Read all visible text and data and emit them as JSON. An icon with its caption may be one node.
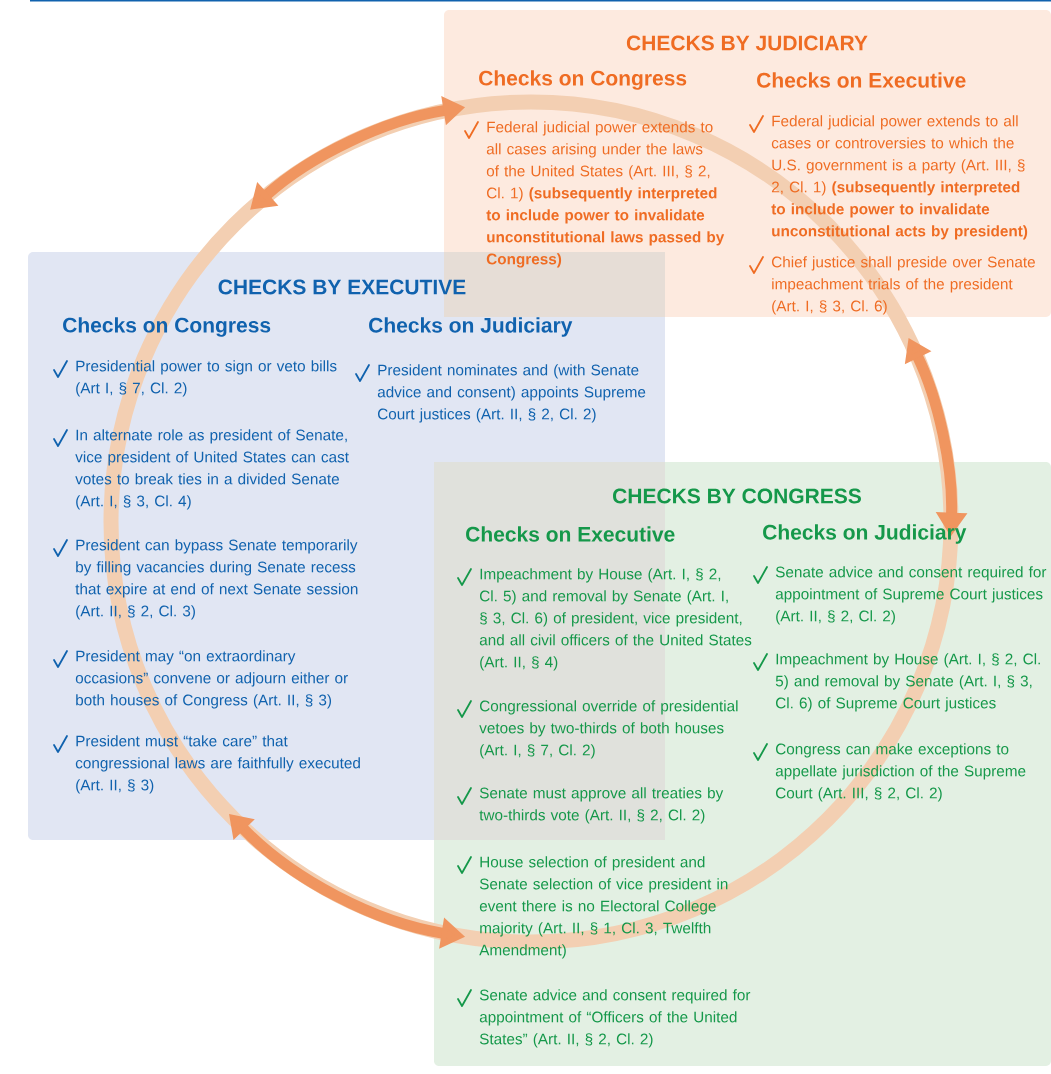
{
  "diagram": {
    "nodes": [
      {
        "text": [
          "CHECKS BY JUDICIARY",
          "Checks on Congress",
          "Federal judicial power extends to all cases arising under the laws of the United States (Art. III, § 2, Cl. 1) **(subsequently interpreted to include power to invalidate unconstitutional laws passed by Congress)**",
          "Checks on Executive",
          "Federal judicial power extends to all cases or controversies to which the U.S. government is a party (Art. III, § 2, Cl. 1) **(subsequently interpreted to include power to invalidate unconstitutional acts by president)**",
          "Chief justice shall preside over Senate impeachment trials of the president (Art. I, § 3, Cl. 6)"
        ]
      },
      {
        "text": [
          "CHECKS BY EXECUTIVE",
          "Checks on Congress",
          "Presidential power to sign or veto bills (Art I, § 7, Cl. 2)",
          "In alternate role as president of Senate, vice president of United States can cast votes to break ties in a divided Senate (Art. I, § 3, Cl. 4)",
          "President can bypass Senate temporarily by filling vacancies during Senate recess that expire at end of next Senate session (Art. II, § 2, Cl. 3)",
          "President may “on extraordinary occasions” convene or adjourn either or both houses of Congress (Art. II, § 3)",
          "President must “take care” that congressional laws are faithfully executed (Art. II, § 3)",
          "Checks on Judiciary",
          "President nominates and (with Senate advice and consent) appoints Supreme Court justices (Art. II, § 2, Cl. 2)"
        ]
      },
      {
        "text": [
          "CHECKS BY CONGRESS",
          "Checks on Executive",
          "Impeachment by House (Art. I, § 2, Cl. 5) and removal by Senate (Art. I, § 3, Cl. 6) of president, vice president, and all civil officers of the United States (Art. II, § 4)",
          "Congressional override of presidential vetoes by two-thirds of both houses (Art. I, § 7, Cl. 2)",
          "Senate must approve all treaties by two-thirds vote (Art. II, § 2, Cl. 2)",
          "House selection of president and Senate selection of vice president in event there is no Electoral College majority (Art. II, § 1, Cl. 3, Twelfth Amendment)",
          "Senate advice and consent required for appointment of “Officers of the United States” (Art. II, § 2, Cl. 2)",
          "Checks on Judiciary",
          "Senate advice and consent required for appointment of Supreme Court justices (Art. II, § 2, Cl. 2)",
          "Impeachment by House (Art. I, § 2, Cl. 5) and removal by Senate (Art. I, § 3, Cl. 6) of Supreme Court justices",
          "Congress can make exceptions to appellate jurisdiction of the Supreme Court (Art. III, § 2, Cl. 2)"
        ]
      }
    ],
    "edges": [
      {
        "from": 0,
        "to": 1,
        "arrow": "both"
      },
      {
        "from": 0,
        "to": 2,
        "arrow": "both"
      },
      {
        "from": 1,
        "to": 2,
        "arrow": "both"
      }
    ]
  }
}
